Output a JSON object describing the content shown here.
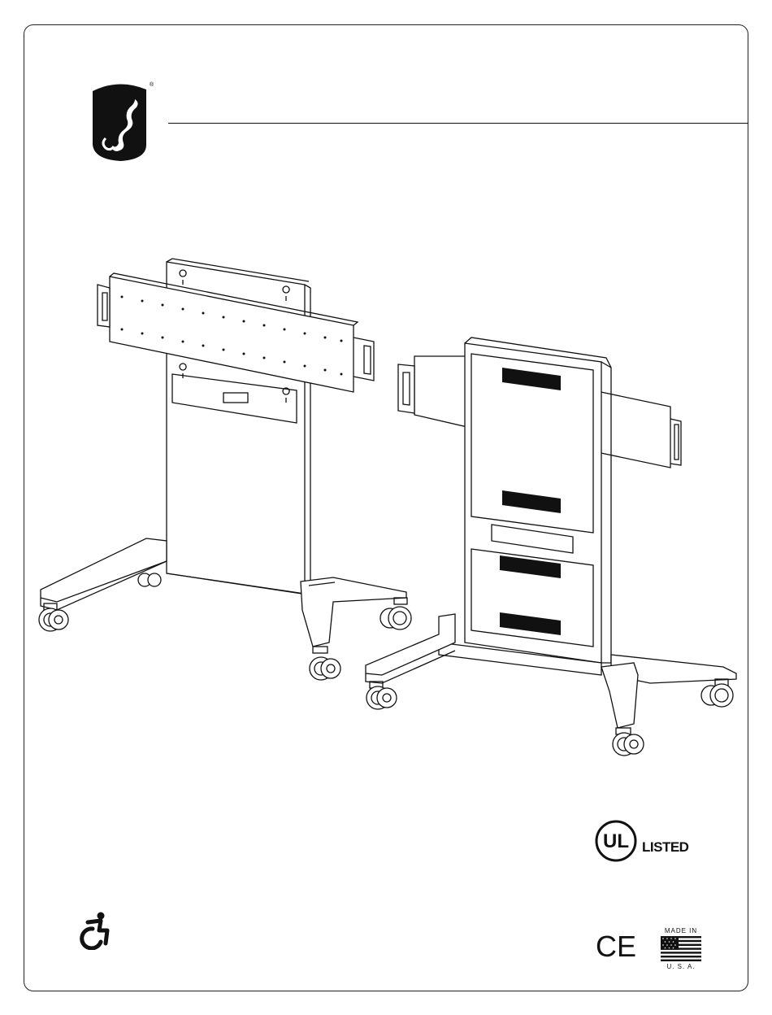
{
  "logo": {
    "icon": "salamander-logo-icon",
    "registered": "®"
  },
  "certifications": {
    "ul_text": "LISTED",
    "ul_letters": "UL",
    "ce_text": "CE",
    "made_in_top": "MADE IN",
    "made_in_bottom": "U. S. A."
  },
  "icons": {
    "accessibility": "accessibility-icon",
    "flag": "us-flag-icon",
    "product": "mobile-display-stand-drawing"
  }
}
